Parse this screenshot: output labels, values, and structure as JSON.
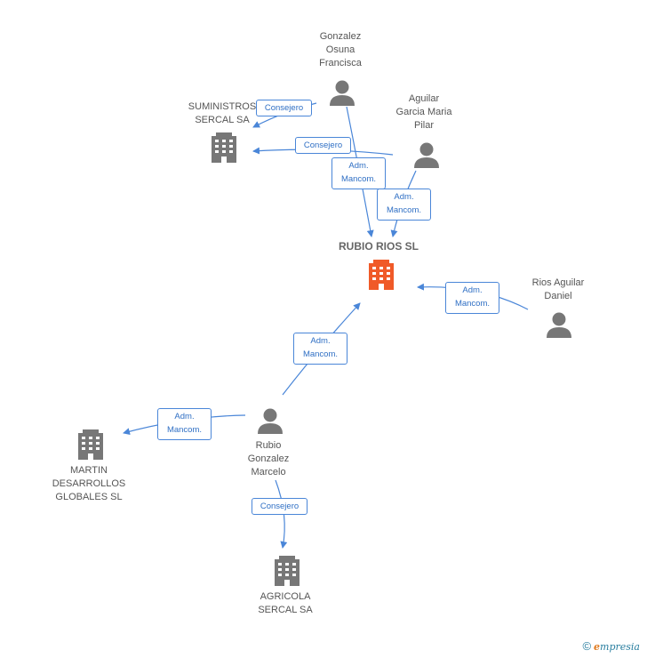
{
  "nodes": {
    "rubio_rios_sl": "RUBIO RIOS SL",
    "gonzalez_osuna": "Gonzalez\nOsuna\nFrancisca",
    "suministros": "SUMINISTROS\nSERCAL SA",
    "aguilar_garcia": "Aguilar\nGarcia Maria\nPilar",
    "rios_aguilar": "Rios Aguilar\nDaniel",
    "rubio_gonzalez": "Rubio\nGonzalez\nMarcelo",
    "martin_desarrollos": "MARTIN\nDESARROLLOS\nGLOBALES SL",
    "agricola": "AGRICOLA\nSERCAL SA"
  },
  "edges": {
    "consejero_1": "Consejero",
    "consejero_2": "Consejero",
    "adm_1": "Adm.\nMancom.",
    "adm_2": "Adm.\nMancom.",
    "adm_3": "Adm.\nMancom.",
    "adm_4": "Adm.\nMancom.",
    "adm_5": "Adm.\nMancom.",
    "consejero_3": "Consejero"
  },
  "footer": {
    "copyright": "©",
    "brand_e": "e",
    "brand_rest": "mpresia"
  },
  "colors": {
    "edge": "#4a86d8",
    "main_node": "#f05a28",
    "node": "#777777"
  }
}
